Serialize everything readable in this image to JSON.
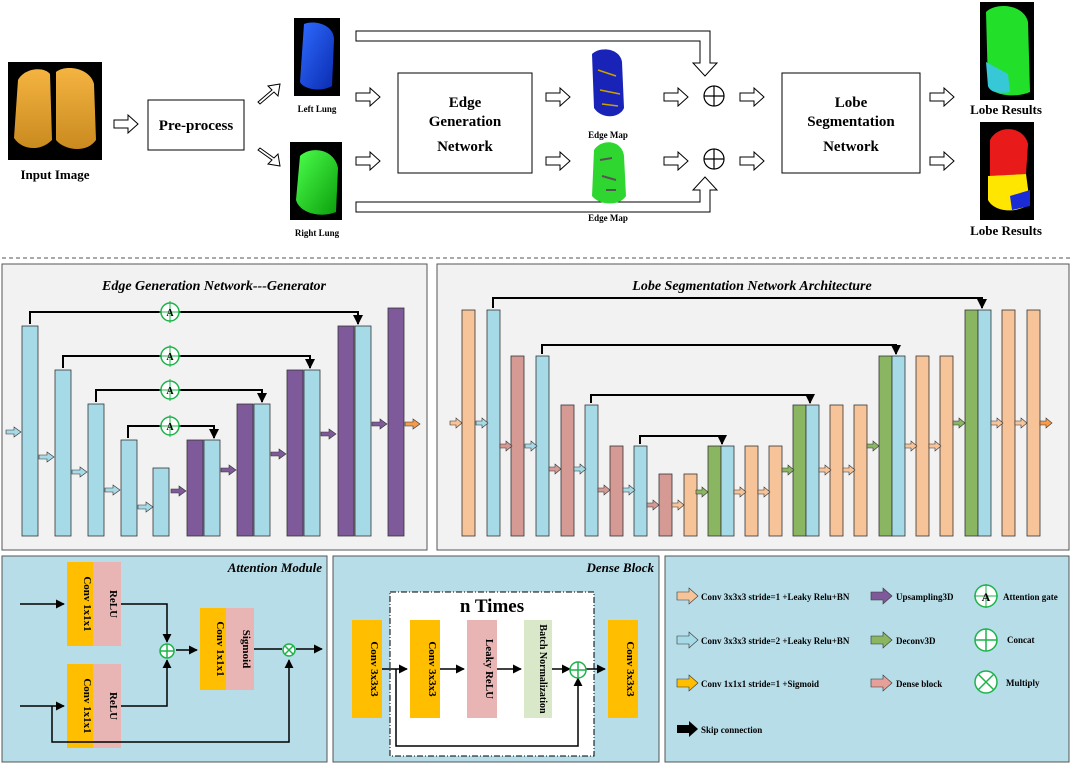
{
  "pipeline": {
    "input_label": "Input Image",
    "preprocess_label": "Pre-process",
    "left_lung_label": "Left Lung",
    "right_lung_label": "Right Lung",
    "egn_box_lines": [
      "Edge",
      "Generation",
      "Network"
    ],
    "edge_map_label_top": "Edge Map",
    "edge_map_label_bottom": "Edge Map",
    "lsn_box_lines": [
      "Lobe",
      "Segmentation",
      "Network"
    ],
    "lobe_results_top": "Lobe Results",
    "lobe_results_bottom": "Lobe Results"
  },
  "generator_panel": {
    "title": "Edge Generation Network---Generator",
    "gate_letter": "A"
  },
  "lobe_panel": {
    "title": "Lobe Segmentation Network Architecture"
  },
  "attention_panel": {
    "title": "Attention Module",
    "conv_label": "Conv 1x1x1",
    "relu_label": "ReLU",
    "conv2_label": "Conv 1x1x1",
    "sigmoid_label": "Sigmoid"
  },
  "dense_panel": {
    "title": "Dense Block",
    "repeat_label": "n Times",
    "conv_label": "Conv 3x3x3",
    "leaky_label": "Leaky ReLU",
    "bn_label": "Batch Normalization"
  },
  "legend": {
    "items": [
      {
        "label": "Conv 3x3x3 stride=1 +Leaky Relu+BN",
        "color": "#f7c49a",
        "kind": "arrow"
      },
      {
        "label": "Conv 3x3x3 stride=2 +Leaky Relu+BN",
        "color": "#a6dae6",
        "kind": "arrow"
      },
      {
        "label": "Conv 1x1x1 stride=1 +Sigmoid",
        "color": "#ffbf00",
        "kind": "arrow"
      },
      {
        "label": "Skip connection",
        "color": "#000000",
        "kind": "arrow"
      },
      {
        "label": "Upsampling3D",
        "color": "#7e5a9b",
        "kind": "arrow"
      },
      {
        "label": "Deconv3D",
        "color": "#8ab561",
        "kind": "arrow"
      },
      {
        "label": "Dense block",
        "color": "#e6a09a",
        "kind": "arrow"
      },
      {
        "label": "Attention gate",
        "gate_letter": "A",
        "kind": "gate"
      },
      {
        "label": "Concat",
        "kind": "concat"
      },
      {
        "label": "Multiply",
        "kind": "multiply"
      }
    ]
  },
  "colors": {
    "blue_block": "#a6dae6",
    "purple_block": "#7e5a9b",
    "peach_block": "#f7c49a",
    "pink_block": "#d69a95",
    "green_block": "#8ab561",
    "orange_block": "#ffbf00",
    "bn_block": "#d9e8c9",
    "gate_green": "#1db34a",
    "panel_gray": "#f2f2f2",
    "panel_blue": "#b7dde8"
  }
}
